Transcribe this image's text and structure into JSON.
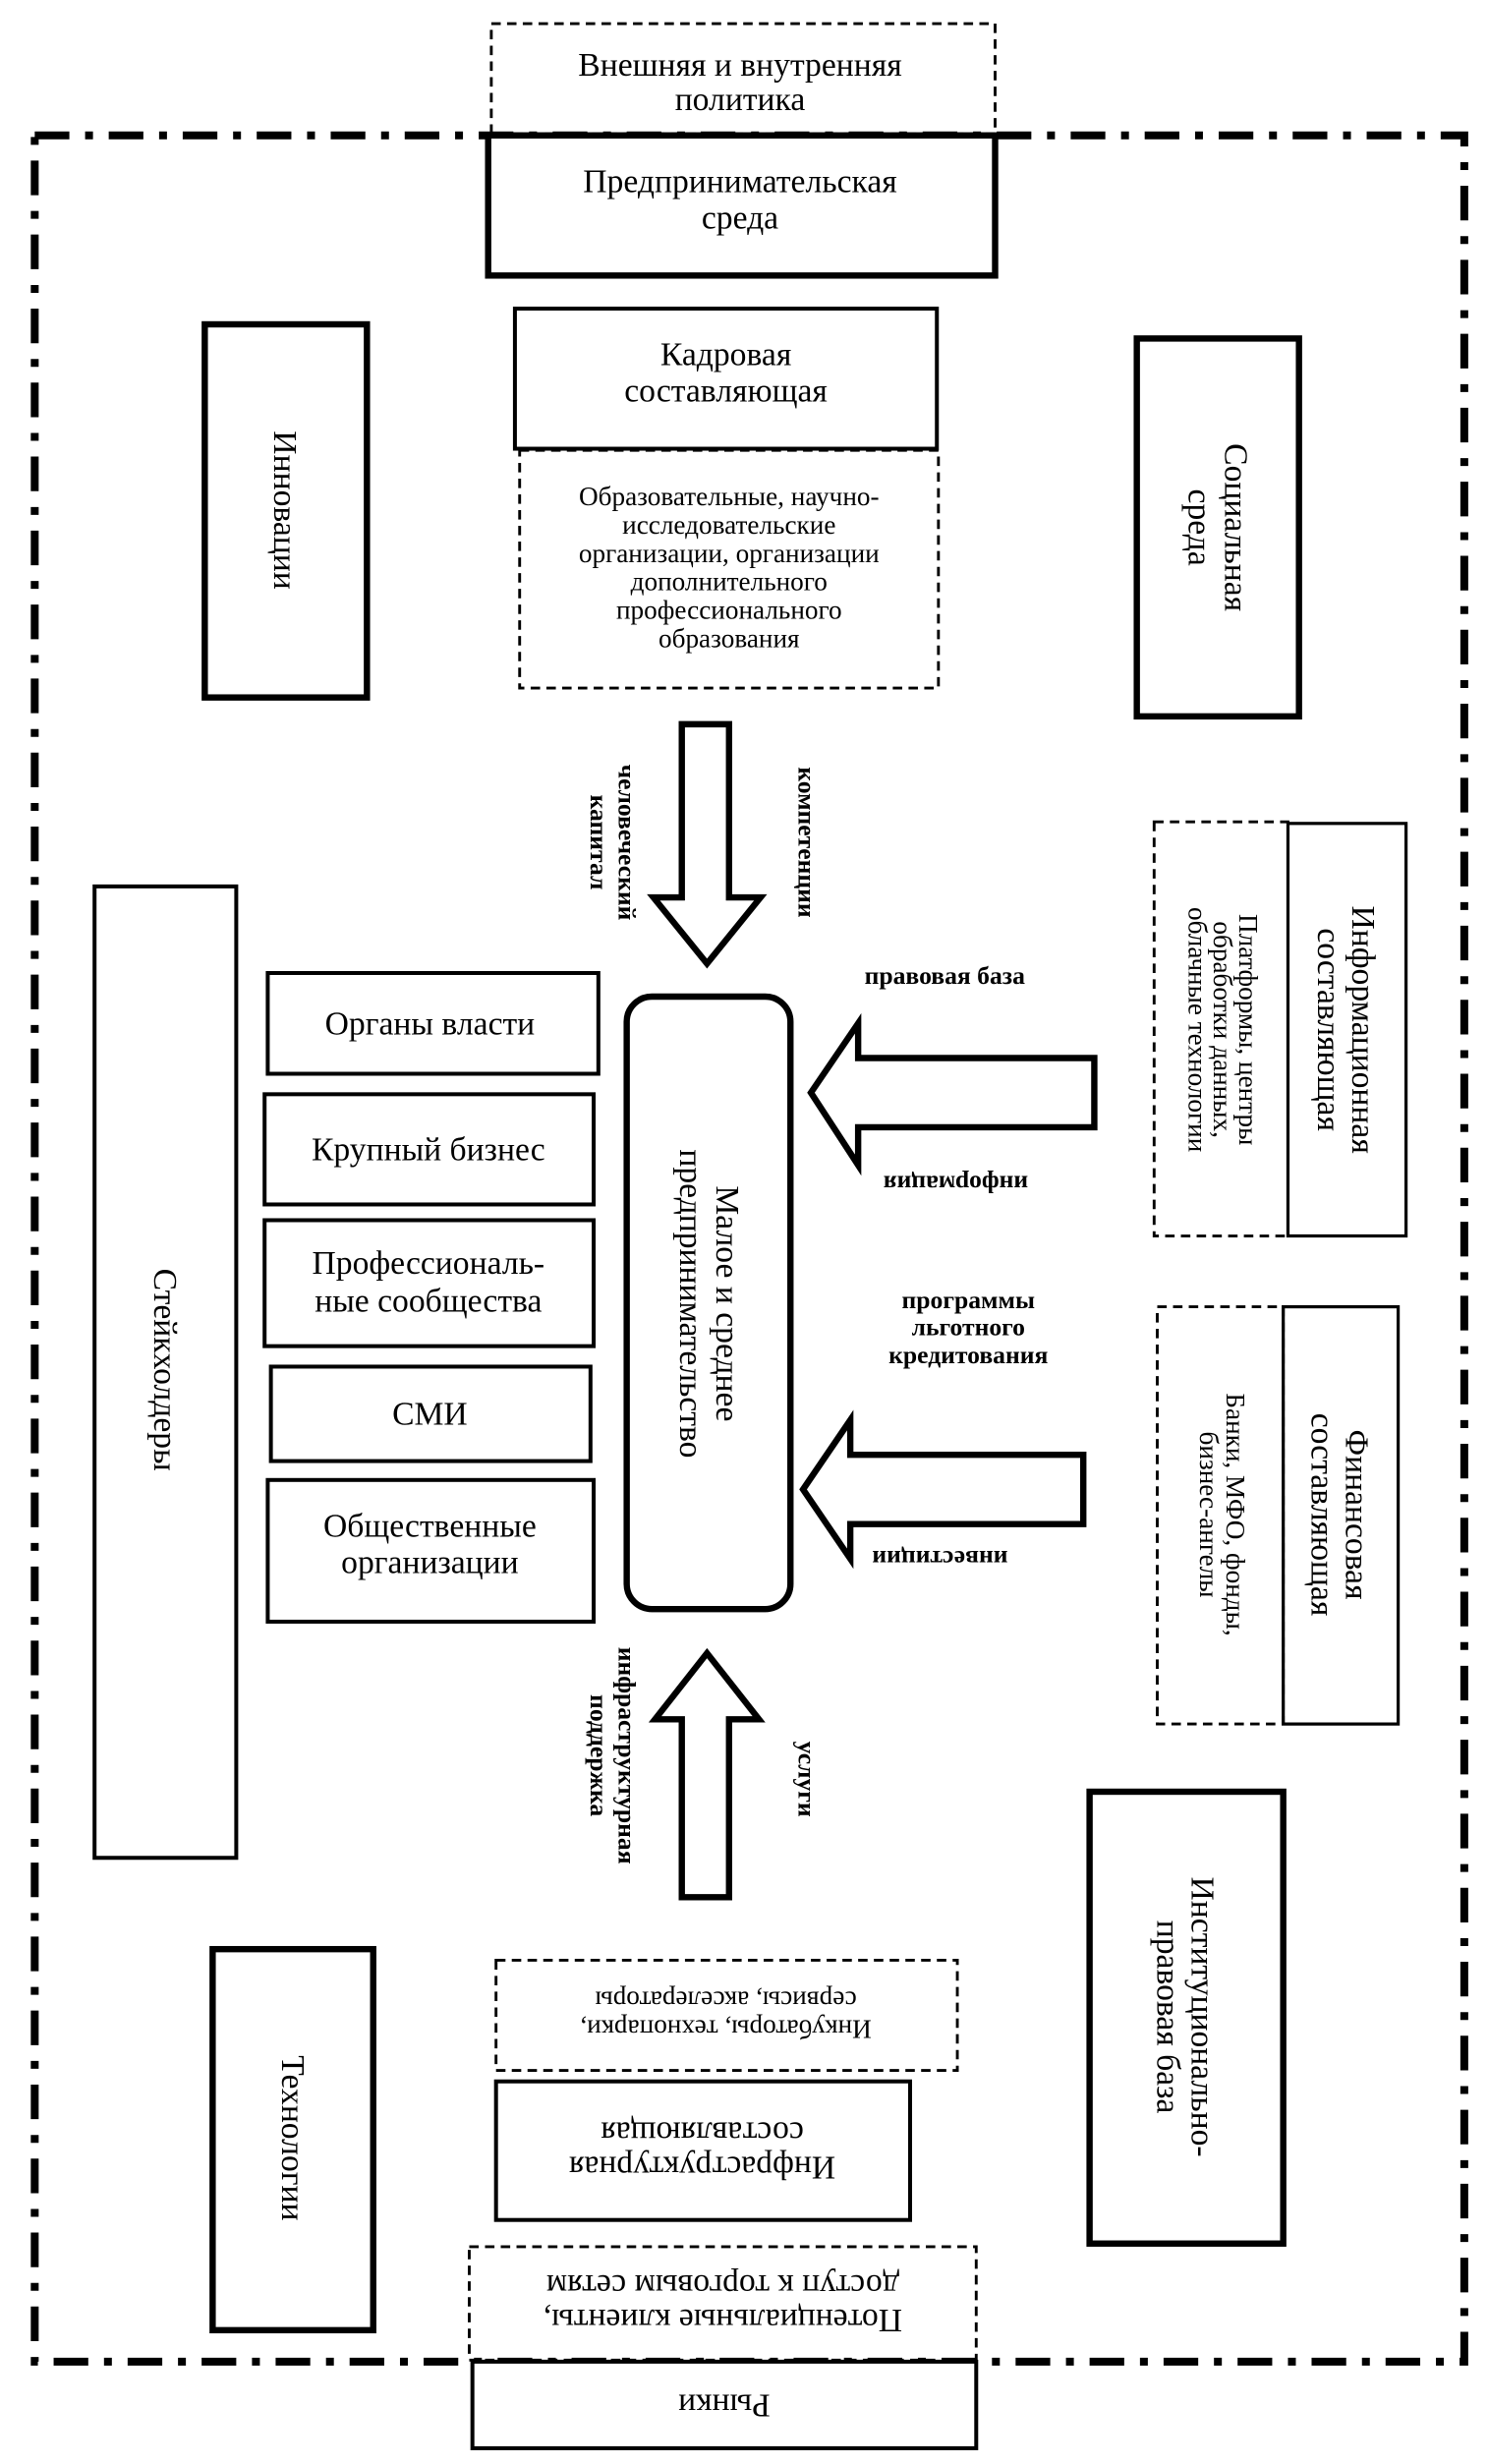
{
  "diagram": {
    "policy": [
      "Внешняя и внутренняя",
      "политика"
    ],
    "entrepreneurial_env": [
      "Предпринимательская",
      "среда"
    ],
    "innovations": "Инновации",
    "social_env": [
      "Социальная",
      "среда"
    ],
    "hr": [
      "Кадровая",
      "составляющая"
    ],
    "education": [
      "Образовательные, научно-",
      "исследовательские",
      "организации, организации",
      "дополнительного",
      "профессионального",
      "образования"
    ],
    "human_capital": [
      "человеческий",
      "капитал"
    ],
    "competencies": "компетенции",
    "stakeholders": "Стейкхолдеры",
    "stakeholder_items": [
      [
        "Органы власти"
      ],
      [
        "Крупный бизнес"
      ],
      [
        "Профессиональ-",
        "ные сообщества"
      ],
      [
        "СМИ"
      ],
      [
        "Общественные",
        "организации"
      ]
    ],
    "sme": [
      "Малое и среднее",
      "предпринимательство"
    ],
    "legal_base": "правовая база",
    "information": "информация",
    "info_component": [
      "Информационная",
      "составляющая"
    ],
    "info_orgs": [
      "Платформы, центры",
      "обработки данных,",
      "облачные технологии"
    ],
    "credit_programs": [
      "программы",
      "льготного",
      "кредитования"
    ],
    "investments": "инвестиции",
    "fin_component": [
      "Финансовая",
      "составляющая"
    ],
    "fin_orgs": [
      "Банки, МФО, фонды,",
      "бизнес-ангелы"
    ],
    "infra_support": [
      "инфраструктурная",
      "поддержка"
    ],
    "services": "услуги",
    "institutional": [
      "Институционально-",
      "правовая база"
    ],
    "technologies": "Технологии",
    "infra_orgs": [
      "Инкубаторы, технопарки,",
      "сервисы, акселераторы"
    ],
    "infra_component": [
      "Инфраструктурная",
      "составляющая"
    ],
    "clients": [
      "Потенциальные клиенты,",
      "доступ к торговым сетям"
    ],
    "markets": "Рынки"
  }
}
